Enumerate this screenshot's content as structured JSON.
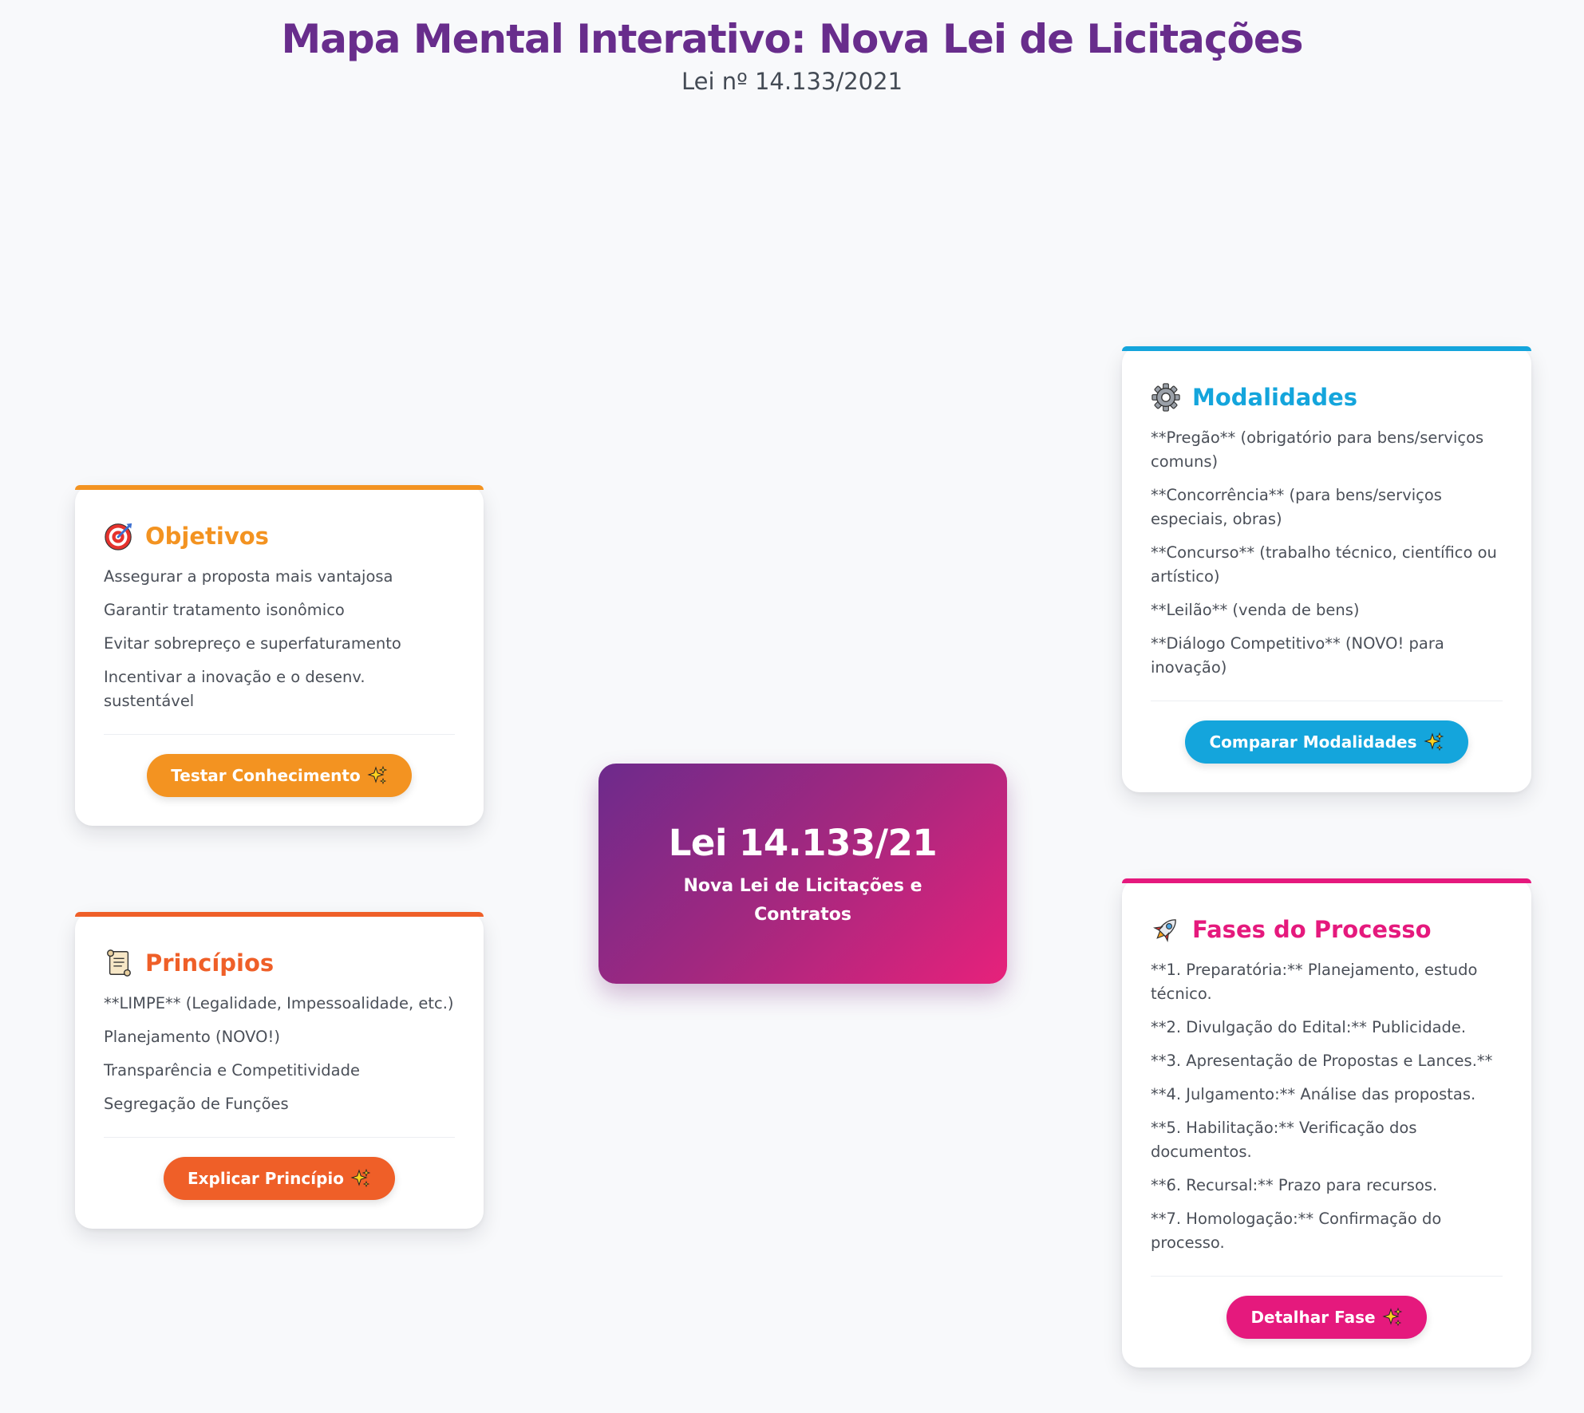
{
  "header": {
    "title": "Mapa Mental Interativo: Nova Lei de Licitações",
    "subtitle": "Lei nº 14.133/2021"
  },
  "center": {
    "title": "Lei 14.133/21",
    "subtitle": "Nova Lei de Licitações e Contratos",
    "gradient": [
      "#6d2a8c",
      "#e7217b"
    ]
  },
  "cards": {
    "objetivos": {
      "icon": "target-icon",
      "title": "Objetivos",
      "accent": "#f39321",
      "items": [
        "Assegurar a proposta mais vantajosa",
        "Garantir tratamento isonômico",
        "Evitar sobrepreço e superfaturamento",
        "Incentivar a inovação e o desenv. sustentável"
      ],
      "button": "Testar Conhecimento"
    },
    "principios": {
      "icon": "scroll-icon",
      "title": "Princípios",
      "accent": "#ef5f28",
      "items": [
        "**LIMPE** (Legalidade, Impessoalidade, etc.)",
        "Planejamento (NOVO!)",
        "Transparência e Competitividade",
        "Segregação de Funções"
      ],
      "button": "Explicar Princípio"
    },
    "modalidades": {
      "icon": "gear-icon",
      "title": "Modalidades",
      "accent": "#14a5dc",
      "items": [
        "**Pregão** (obrigatório para bens/serviços comuns)",
        "**Concorrência** (para bens/serviços especiais, obras)",
        "**Concurso** (trabalho técnico, científico ou artístico)",
        "**Leilão** (venda de bens)",
        "**Diálogo Competitivo** (NOVO! para inovação)"
      ],
      "button": "Comparar Modalidades"
    },
    "fases": {
      "icon": "rocket-icon",
      "title": "Fases do Processo",
      "accent": "#e5197d",
      "items": [
        "**1. Preparatória:** Planejamento, estudo técnico.",
        "**2. Divulgação do Edital:** Publicidade.",
        "**3. Apresentação de Propostas e Lances.**",
        "**4. Julgamento:** Análise das propostas.",
        "**5. Habilitação:** Verificação dos documentos.",
        "**6. Recursal:** Prazo para recursos.",
        "**7. Homologação:** Confirmação do processo."
      ],
      "button": "Detalhar Fase"
    }
  },
  "button_icon": "sparkles-icon"
}
